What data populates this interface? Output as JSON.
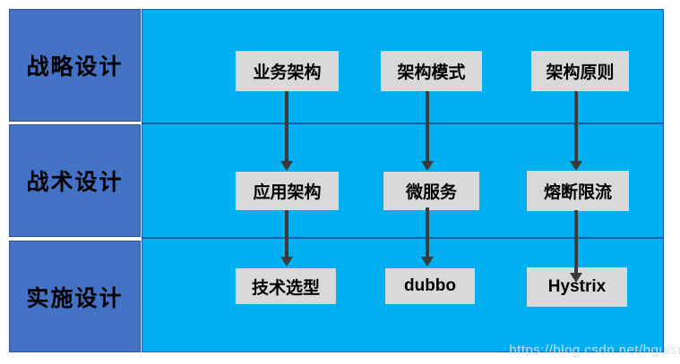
{
  "colors": {
    "sidebar_blue": "#4472C4",
    "sidebar_border": "#2F5597",
    "main_cyan": "#00B0F0",
    "divider_blue": "#1E5AA8",
    "box_gray": "#D9D9D9",
    "arrow_dark": "#3A3A3A",
    "text_black": "#000000"
  },
  "sidebar": {
    "rows": [
      {
        "label": "战略设计"
      },
      {
        "label": "战术设计"
      },
      {
        "label": "实施设计"
      }
    ]
  },
  "diagram": {
    "columns": [
      {
        "items": [
          "业务架构",
          "应用架构",
          "技术选型"
        ]
      },
      {
        "items": [
          "架构模式",
          "微服务",
          "dubbo"
        ]
      },
      {
        "items": [
          "架构原则",
          "熔断限流",
          "Hystrix"
        ]
      }
    ]
  },
  "watermark": {
    "text": "https://blog.csdn.net/hguisu"
  }
}
